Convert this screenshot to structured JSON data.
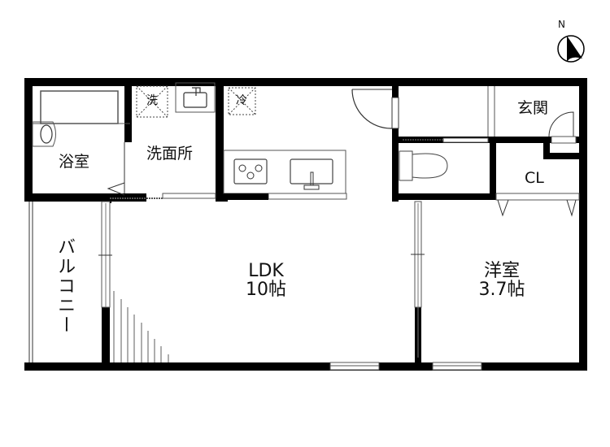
{
  "compass": {
    "label": "N",
    "icon": "north-arrow-icon"
  },
  "rooms": {
    "bath": {
      "name": "浴室"
    },
    "washroom": {
      "name": "洗面所"
    },
    "ldk": {
      "name": "LDK",
      "size": "10帖"
    },
    "western": {
      "name": "洋室",
      "size": "3.7帖"
    },
    "entrance": {
      "name": "玄関"
    },
    "closet": {
      "name": "CL"
    },
    "balcony": {
      "name": "バルコニー"
    }
  },
  "fixtures": {
    "washer": "洗",
    "fridge": "冷"
  },
  "colors": {
    "wall": "#000000",
    "line": "#555555",
    "background": "#ffffff"
  }
}
